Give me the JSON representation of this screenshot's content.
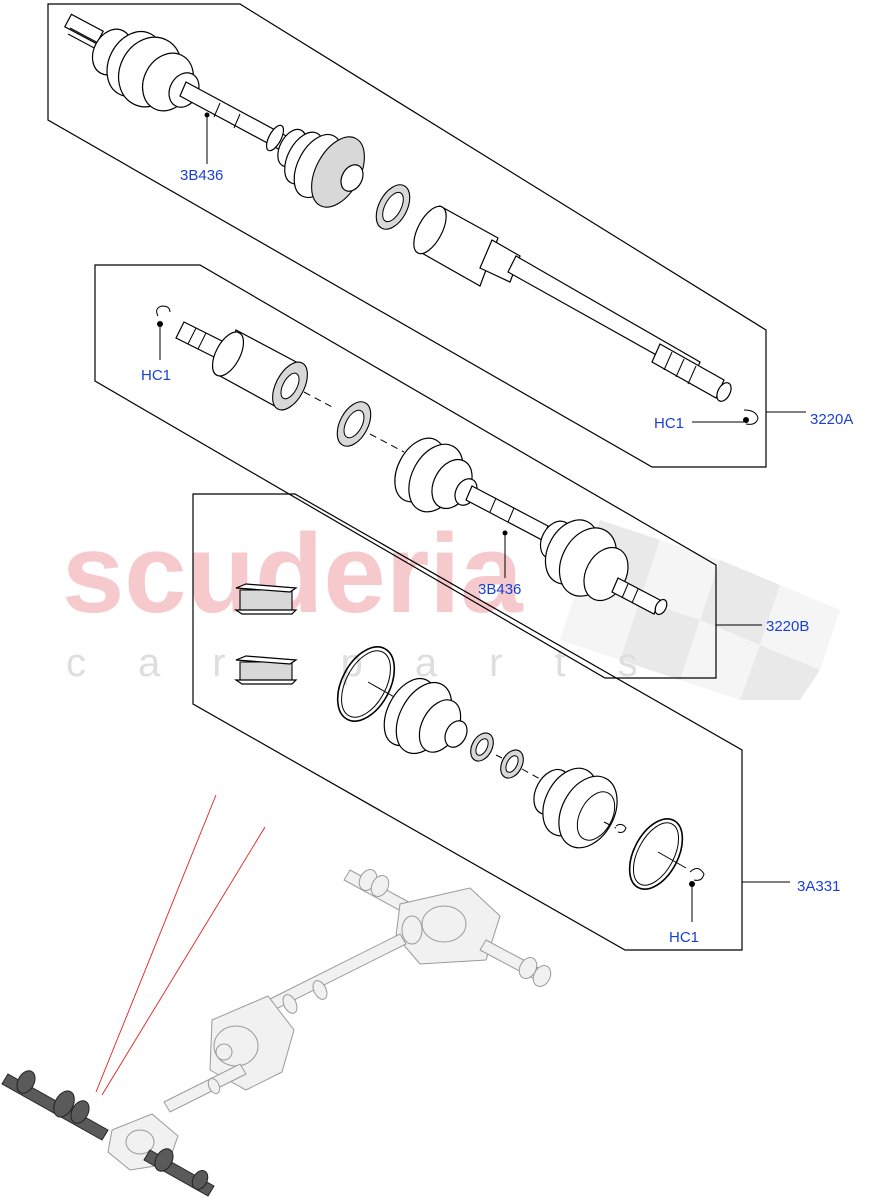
{
  "watermark": {
    "brand": "scuderia",
    "tagline": "car parts"
  },
  "callouts": {
    "shaft_a_label": "3B436",
    "shaft_b_label": "3B436",
    "clip_b_label": "HC1",
    "clip_a_label": "HC1",
    "clip_kit_label": "HC1"
  },
  "references": {
    "assembly_a": "3220A",
    "assembly_b": "3220B",
    "boot_kit": "3A331"
  },
  "colors": {
    "callout_text": "#1a3fd6",
    "watermark_brand": "#f6c9cc",
    "locator_lines": "#e02020"
  }
}
